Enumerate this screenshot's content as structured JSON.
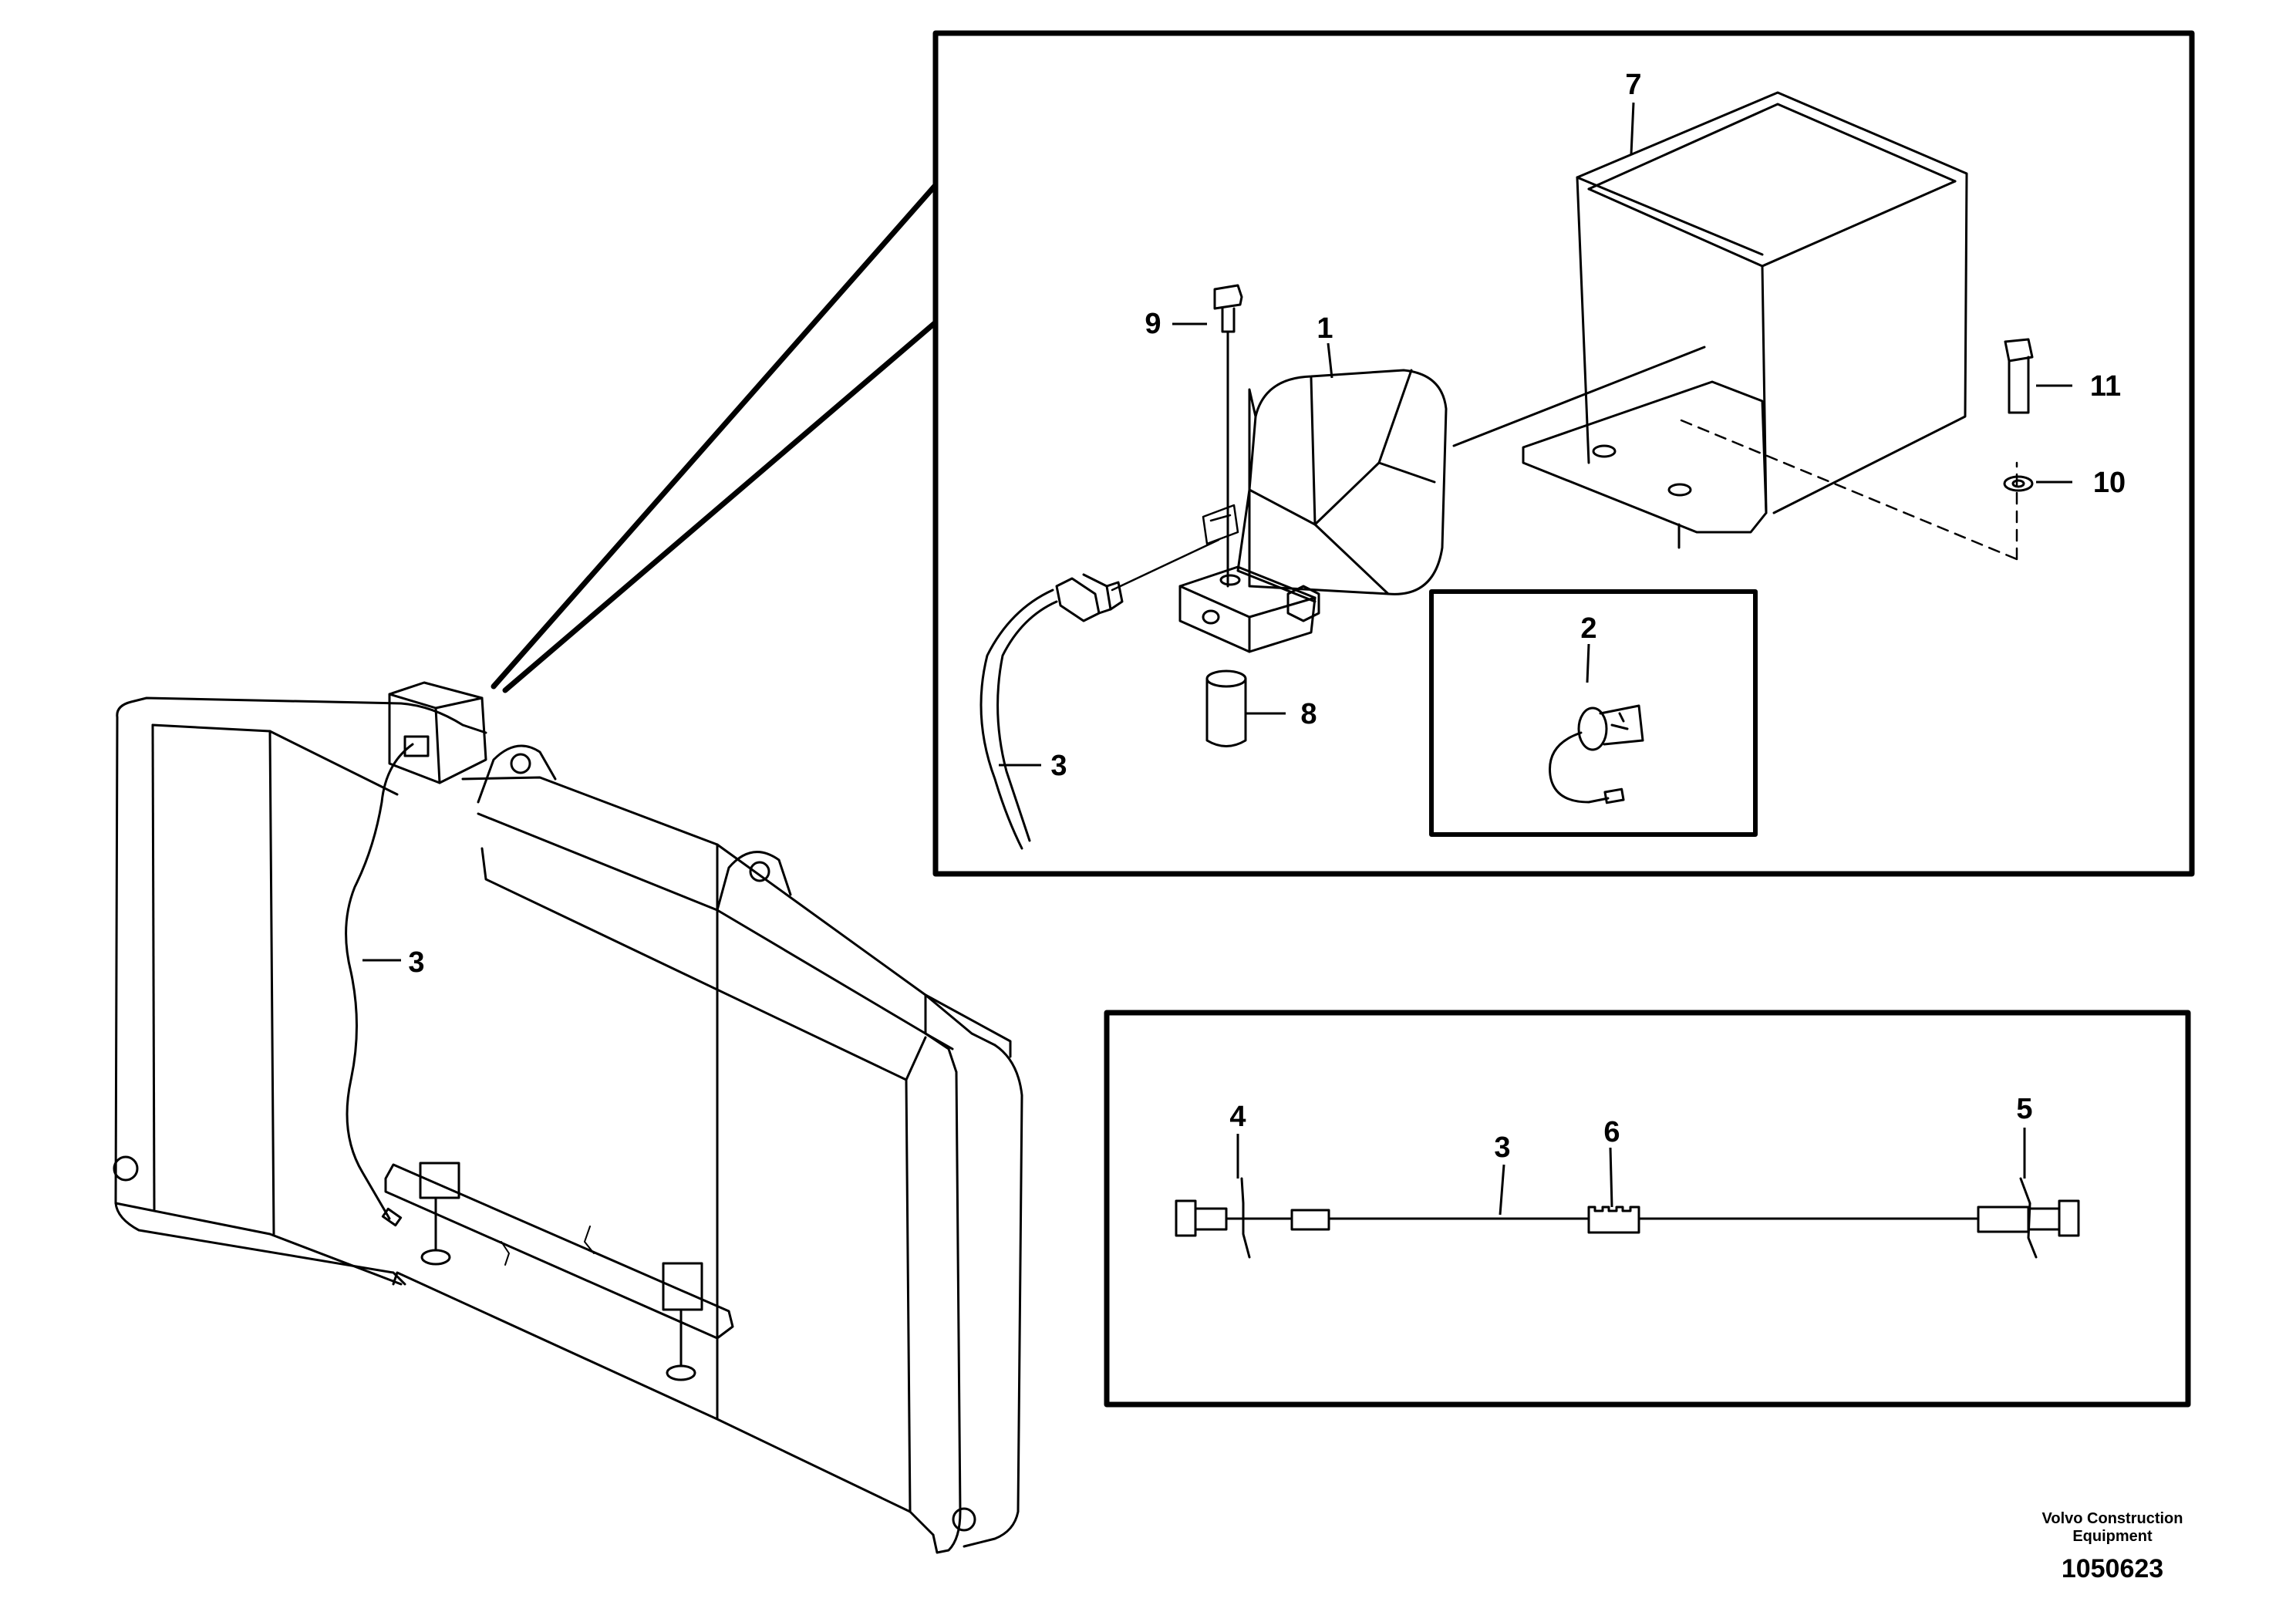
{
  "callouts": {
    "c1": "1",
    "c2": "2",
    "c3a": "3",
    "c3b": "3",
    "c3c": "3",
    "c4": "4",
    "c5": "5",
    "c6": "6",
    "c7": "7",
    "c8": "8",
    "c9": "9",
    "c10": "10",
    "c11": "11"
  },
  "footer": {
    "brand_line1": "Volvo Construction",
    "brand_line2": "Equipment",
    "part_number": "1050623"
  },
  "colors": {
    "line": "#000000",
    "background": "#ffffff"
  }
}
